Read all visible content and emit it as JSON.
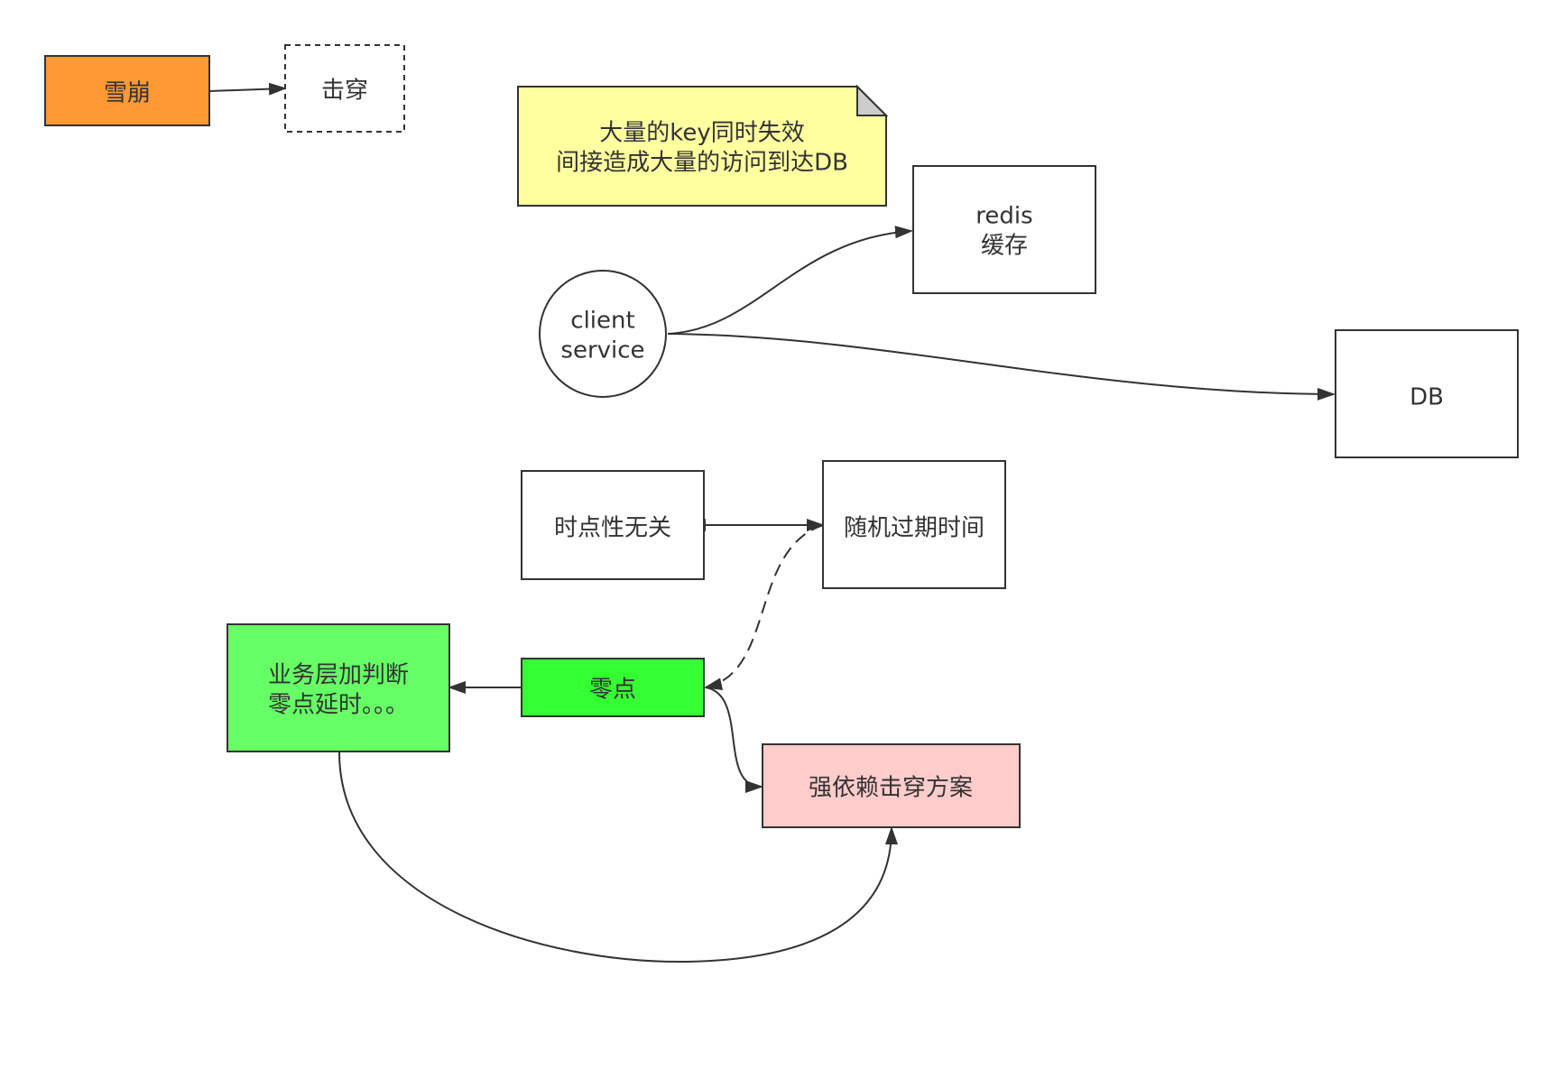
{
  "nodes": {
    "avalanche": {
      "label": "雪崩",
      "fill": "#FF9933"
    },
    "penetration": {
      "label": "击穿"
    },
    "note": {
      "line1": "大量的key同时失效",
      "line2": "间接造成大量的访问到达DB",
      "fill": "#FFFFA0"
    },
    "redis": {
      "line1": "redis",
      "line2": "缓存"
    },
    "client": {
      "line1": "client",
      "line2": "service"
    },
    "db": {
      "label": "DB"
    },
    "time_irrelevant": {
      "label": "时点性无关"
    },
    "random_expire": {
      "label": "随机过期时间"
    },
    "business_layer": {
      "line1": "业务层加判断",
      "line2": "零点延时。。。",
      "fill": "#66FF66"
    },
    "zero_point": {
      "label": "零点",
      "fill": "#33FF33"
    },
    "strong_dependency": {
      "label": "强依赖击穿方案",
      "fill": "#FFCCCC"
    }
  },
  "colors": {
    "stroke": "#333333",
    "text": "#333333"
  }
}
